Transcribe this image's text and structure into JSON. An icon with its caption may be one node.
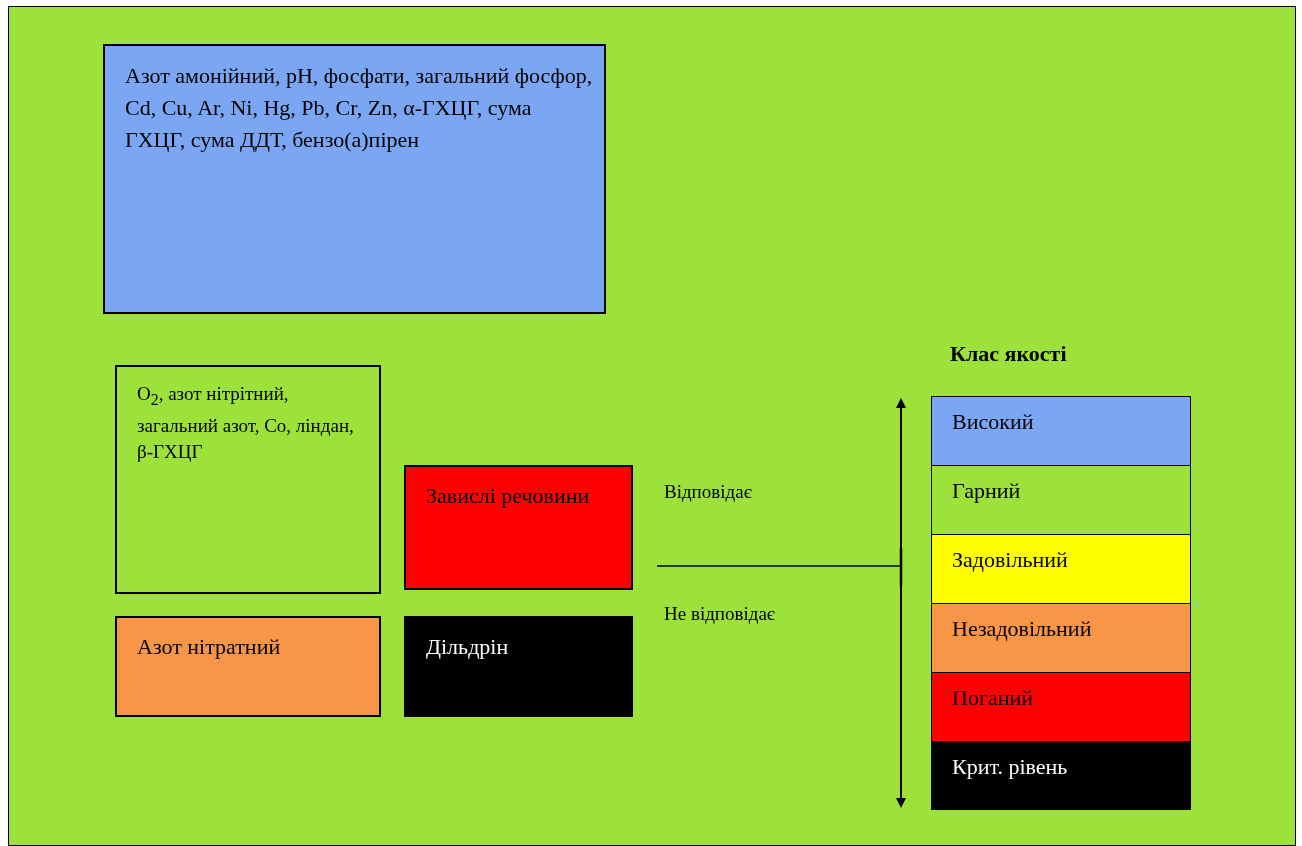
{
  "diagram": {
    "nodes": [
      {
        "text": [
          "Азот амонійний, pH, фосфати, загальний фосфор, Cd, Cu, Ar, Ni, Hg, Pb, Cr, Zn, α-ГХЦГ, сума ГХЦГ, сума ДДТ, бензо(а)пірен"
        ]
      },
      {
        "text": [
          "O$_{2}$, азот нітрітний, загальний азот, Co, ліндан,       β-ГХЦГ"
        ]
      },
      {
        "text": [
          "Завислі речовини"
        ]
      },
      {
        "text": [
          "Азот нітратний"
        ]
      },
      {
        "text": [
          "Дільдрін"
        ]
      },
      {
        "text": [
          "Високий"
        ]
      },
      {
        "text": [
          "Гарний"
        ]
      },
      {
        "text": [
          "Задовільний"
        ]
      },
      {
        "text": [
          "Незадовільний"
        ]
      },
      {
        "text": [
          "Поганий"
        ]
      },
      {
        "text": [
          "Крит. рівень"
        ]
      }
    ],
    "labels": [
      "Клас якості",
      "Відповідає",
      "Не відповідає"
    ]
  }
}
